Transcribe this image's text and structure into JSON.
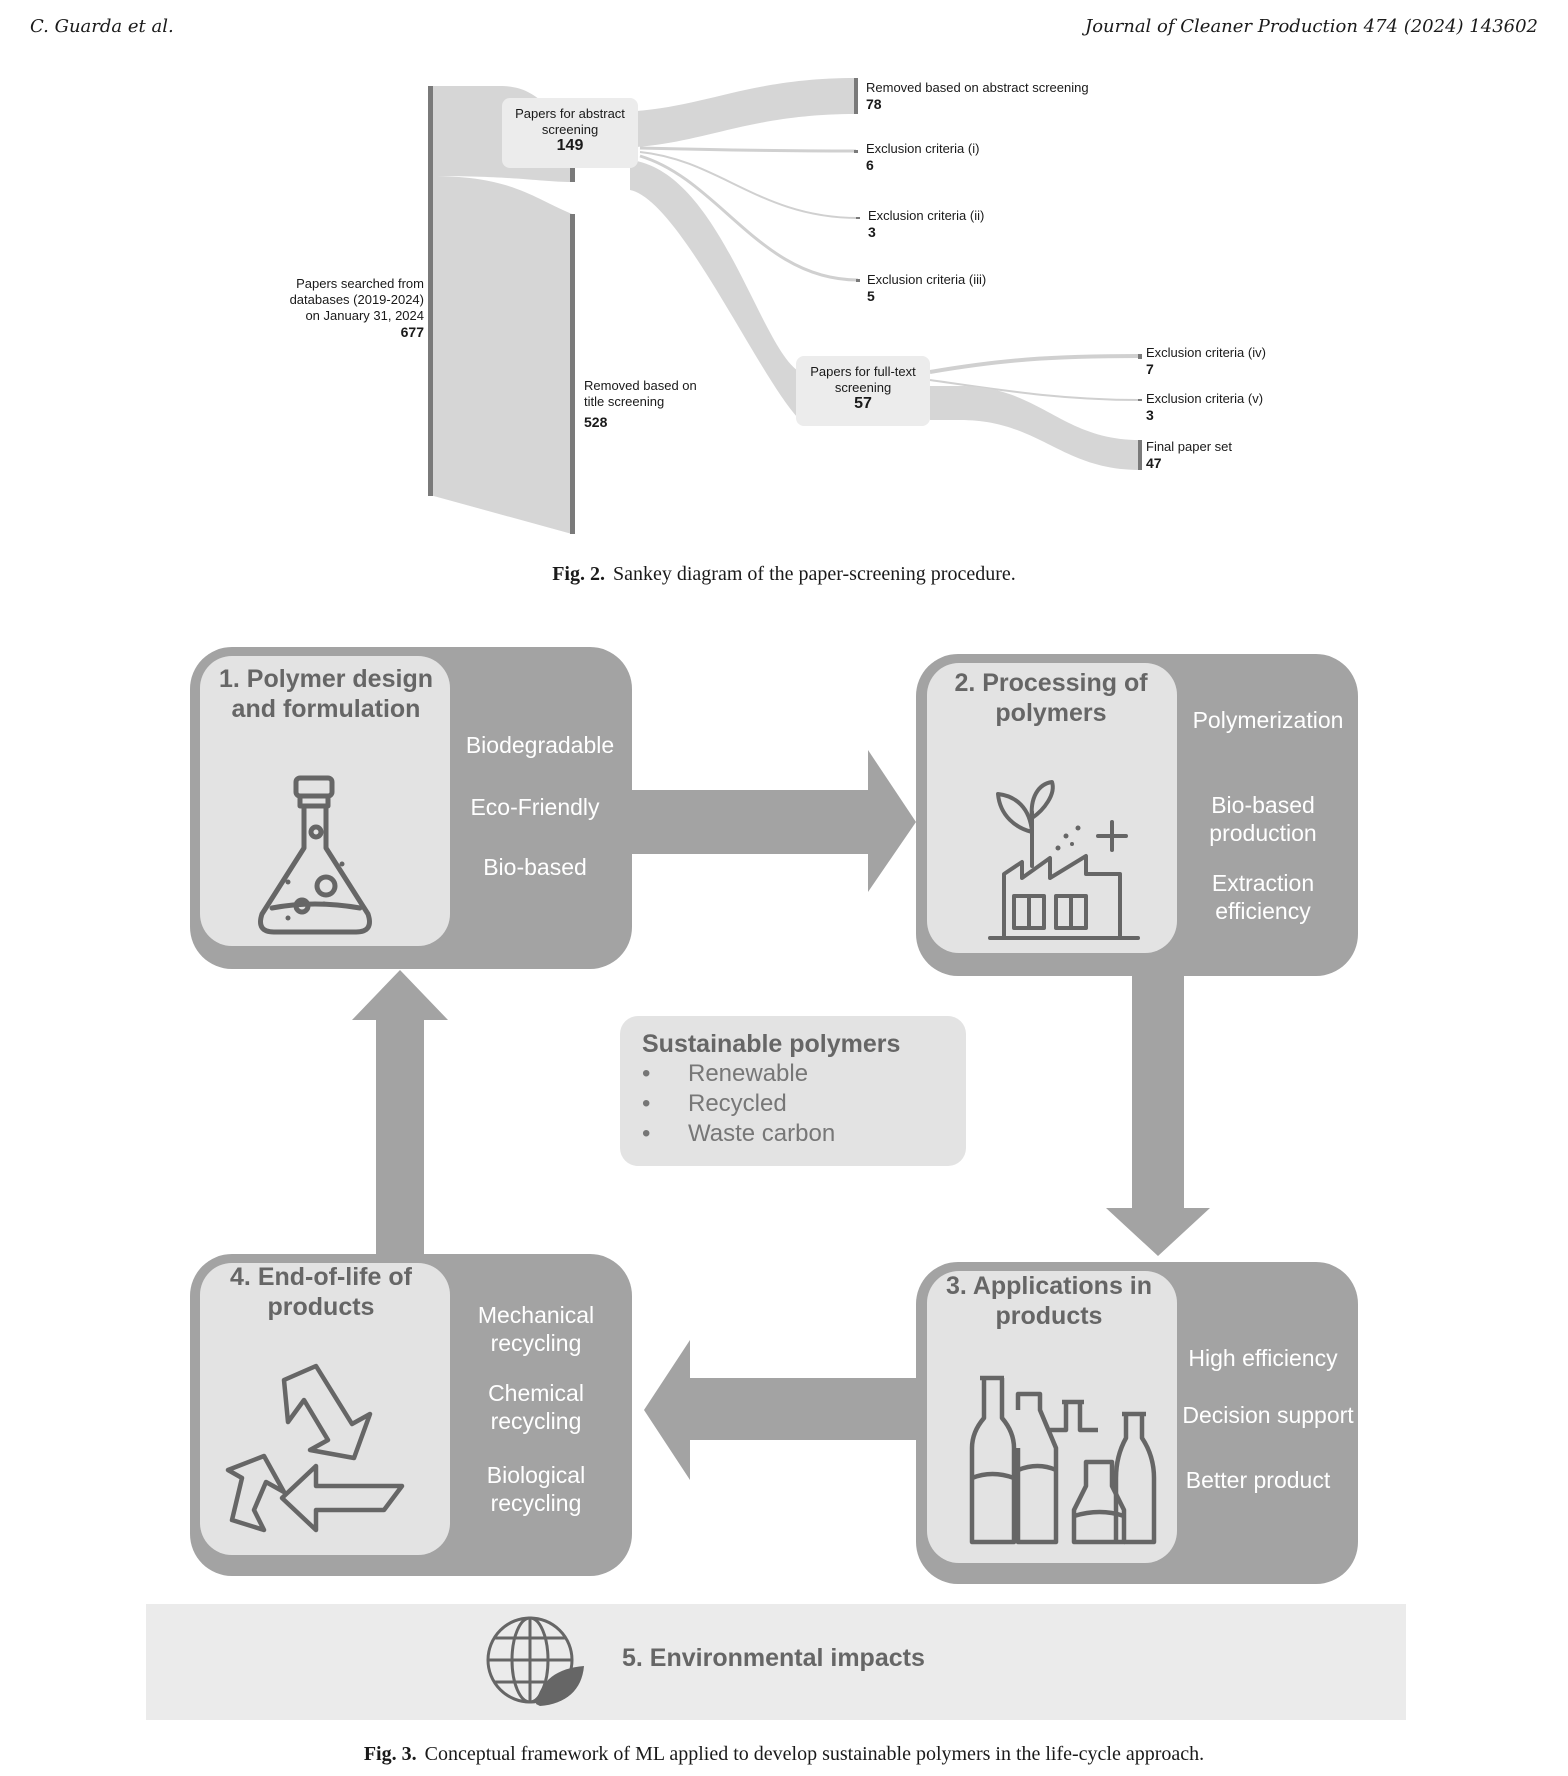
{
  "header": {
    "left": "C. Guarda et al.",
    "right": "Journal of Cleaner Production 474 (2024) 143602"
  },
  "fig2": {
    "label": "Fig. 2.",
    "caption": "Sankey diagram of the paper-screening procedure.",
    "nodes": {
      "searched": {
        "label": "Papers searched from databases (2019-2024) on January 31, 2024",
        "value": "677"
      },
      "abstract_screening": {
        "label": "Papers for abstract screening",
        "value": "149"
      },
      "removed_title": {
        "label": "Removed based on title screening",
        "value": "528"
      },
      "removed_abstract": {
        "label": "Removed based on abstract screening",
        "value": "78"
      },
      "excl_i": {
        "label": "Exclusion criteria (i)",
        "value": "6"
      },
      "excl_ii": {
        "label": "Exclusion criteria (ii)",
        "value": "3"
      },
      "excl_iii": {
        "label": "Exclusion criteria (iii)",
        "value": "5"
      },
      "fulltext": {
        "label": "Papers for full-text screening",
        "value": "57"
      },
      "excl_iv": {
        "label": "Exclusion criteria (iv)",
        "value": "7"
      },
      "excl_v": {
        "label": "Exclusion criteria (v)",
        "value": "3"
      },
      "final": {
        "label": "Final paper set",
        "value": "47"
      }
    }
  },
  "fig3": {
    "label": "Fig. 3.",
    "caption": "Conceptual framework of ML applied to develop sustainable polymers in the life-cycle approach.",
    "card1": {
      "title": "1. Polymer design and formulation",
      "items": [
        "Biodegradable",
        "Eco-Friendly",
        "Bio-based"
      ],
      "icon": "flask-icon"
    },
    "card2": {
      "title": "2. Processing of polymers",
      "items": [
        "Polymerization",
        "Bio-based production",
        "Extraction efficiency"
      ],
      "icon": "factory-icon"
    },
    "card3": {
      "title": "3. Applications in products",
      "items": [
        "High efficiency",
        "Decision support",
        "Better product"
      ],
      "icon": "bottles-icon"
    },
    "card4": {
      "title": "4. End-of-life of products",
      "items": [
        "Mechanical recycling",
        "Chemical recycling",
        "Biological recycling"
      ],
      "icon": "recycle-icon"
    },
    "center": {
      "title": "Sustainable polymers",
      "bullets": [
        "Renewable",
        "Recycled",
        "Waste carbon"
      ],
      "bullet_char": "•"
    },
    "environment": {
      "title": "5. Environmental impacts",
      "icon": "globe-leaf-icon"
    },
    "colors": {
      "card": "#a3a3a3",
      "inner": "#e3e3e3",
      "title_text": "#666666"
    }
  }
}
